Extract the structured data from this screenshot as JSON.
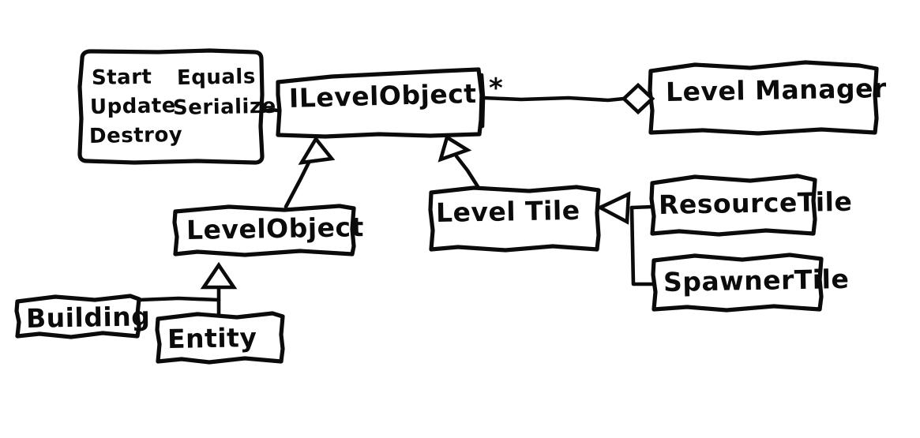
{
  "diagram": {
    "title": "Level system UML class diagram",
    "style": "hand-drawn whiteboard sketch",
    "ink_color": "#0b0b0b",
    "background_color": "#ffffff",
    "classes": {
      "ilevelobject": {
        "name": "ILevelObject",
        "multiplicity": "*"
      },
      "levelmanager": {
        "name": "Level Manager"
      },
      "levelobject": {
        "name": "LevelObject"
      },
      "leveltile": {
        "name": "Level Tile"
      },
      "resourcetile": {
        "name": "ResourceTile"
      },
      "spawnertile": {
        "name": "SpawnerTile"
      },
      "building": {
        "name": "Building"
      },
      "entity": {
        "name": "Entity"
      }
    },
    "methods_box": {
      "column_left": [
        "Start",
        "Update",
        "Destroy"
      ],
      "column_right": [
        "Equals",
        "Serialize",
        ""
      ]
    },
    "relationships": [
      {
        "kind": "aggregation",
        "from": "Level Manager",
        "to": "ILevelObject",
        "label": "*"
      },
      {
        "kind": "generalization",
        "from": "LevelObject",
        "to": "ILevelObject"
      },
      {
        "kind": "generalization",
        "from": "Level Tile",
        "to": "ILevelObject"
      },
      {
        "kind": "generalization",
        "from": "ResourceTile",
        "to": "Level Tile"
      },
      {
        "kind": "generalization",
        "from": "SpawnerTile",
        "to": "Level Tile"
      },
      {
        "kind": "generalization",
        "from": "Building",
        "to": "LevelObject"
      },
      {
        "kind": "generalization",
        "from": "Entity",
        "to": "LevelObject"
      },
      {
        "kind": "note-link",
        "from": "methods",
        "to": "ILevelObject"
      }
    ]
  }
}
